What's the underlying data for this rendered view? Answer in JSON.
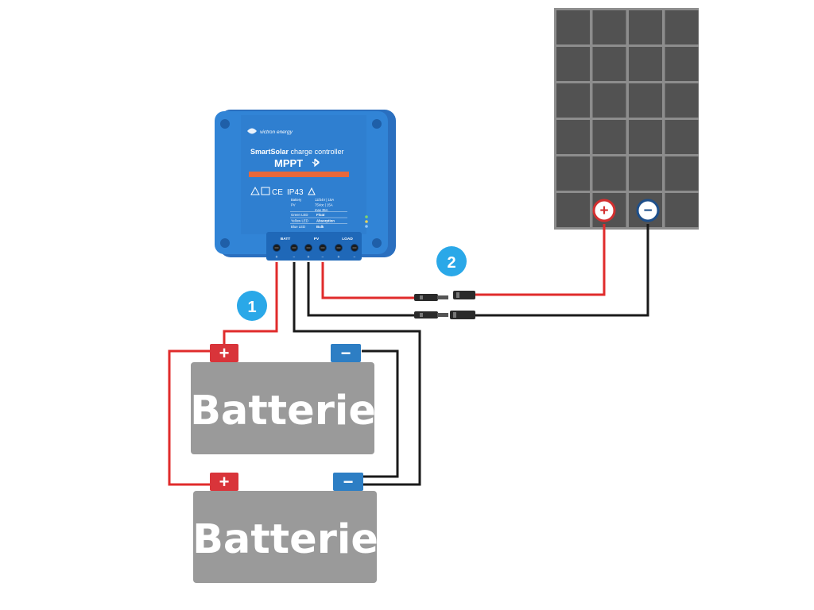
{
  "controller": {
    "brand": "victron energy",
    "product": "SmartSolar",
    "product_suffix": "charge controller",
    "model": "MPPT",
    "rating": "IP43",
    "marks": "CE",
    "spec_rows": [
      {
        "label": "Battery",
        "value": "12/24V | 15A"
      },
      {
        "label": "PV",
        "value": "75Voc | 15A"
      },
      {
        "label": "",
        "value": "max 35A"
      }
    ],
    "led_rows": [
      {
        "label": "Green LED",
        "value": "Float"
      },
      {
        "label": "Yellow LED",
        "value": "Absorption"
      },
      {
        "label": "Blue LED",
        "value": "Bulk"
      }
    ],
    "terminal_groups": [
      "BATT",
      "PV",
      "LOAD"
    ],
    "terminal_signs": [
      "+",
      "−",
      "+",
      "−",
      "+",
      "−"
    ]
  },
  "steps": [
    {
      "number": "1"
    },
    {
      "number": "2"
    }
  ],
  "batteries": [
    {
      "label": "Batterie",
      "plus": "+",
      "minus": "−"
    },
    {
      "label": "Batterie",
      "plus": "+",
      "minus": "−"
    }
  ],
  "panel": {
    "plus": "+",
    "minus": "−"
  },
  "colors": {
    "controller": "#2f7fd0",
    "positive_wire": "#e02b2b",
    "negative_wire": "#1a1a1a",
    "battery_body": "#9a9a9a",
    "battery_plus": "#d9343a",
    "battery_minus": "#2d7ec4",
    "step_badge": "#2aa8e8",
    "panel_cell": "#525252",
    "panel_frame": "#8d8d8d"
  }
}
